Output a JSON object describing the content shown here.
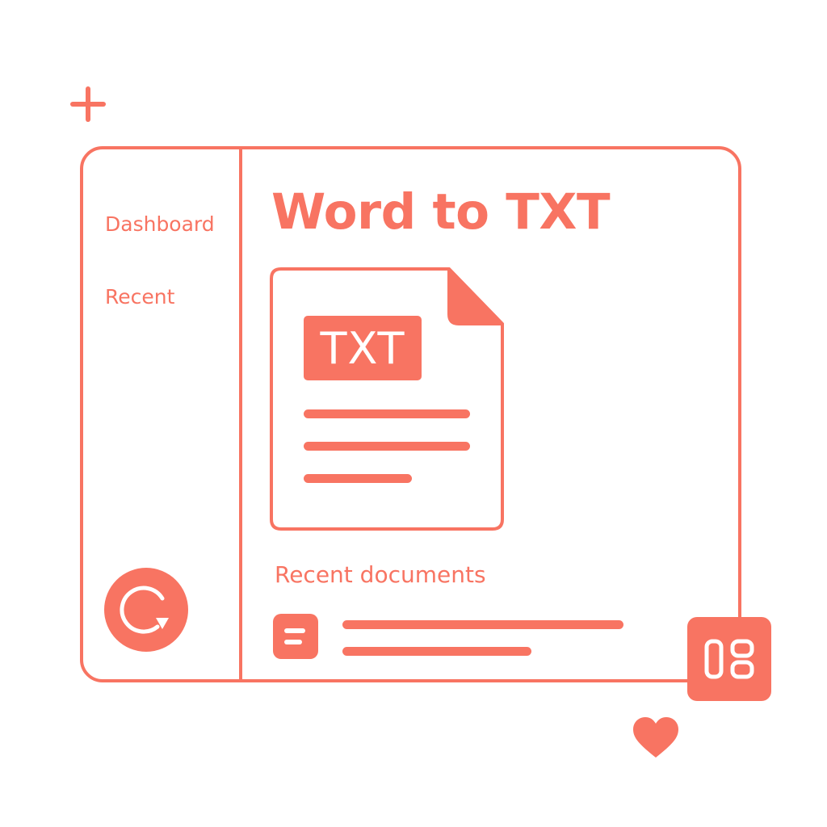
{
  "app": {
    "title": "Word to TXT"
  },
  "sidebar": {
    "items": [
      {
        "label": "Dashboard",
        "icon": "none"
      },
      {
        "label": "Recent",
        "icon": "none"
      }
    ],
    "bottom_button_icon": "refresh-icon"
  },
  "main": {
    "file_badge": "TXT",
    "recent_section_title": "Recent documents",
    "recent_documents": [
      {
        "icon": "document-icon"
      }
    ]
  },
  "decorations": {
    "corner_icon": "plus-icon",
    "widget_icon": "layout-grid-icon",
    "favorite_icon": "heart-icon"
  },
  "colors": {
    "accent": "#f87462",
    "background": "#ffffff"
  }
}
